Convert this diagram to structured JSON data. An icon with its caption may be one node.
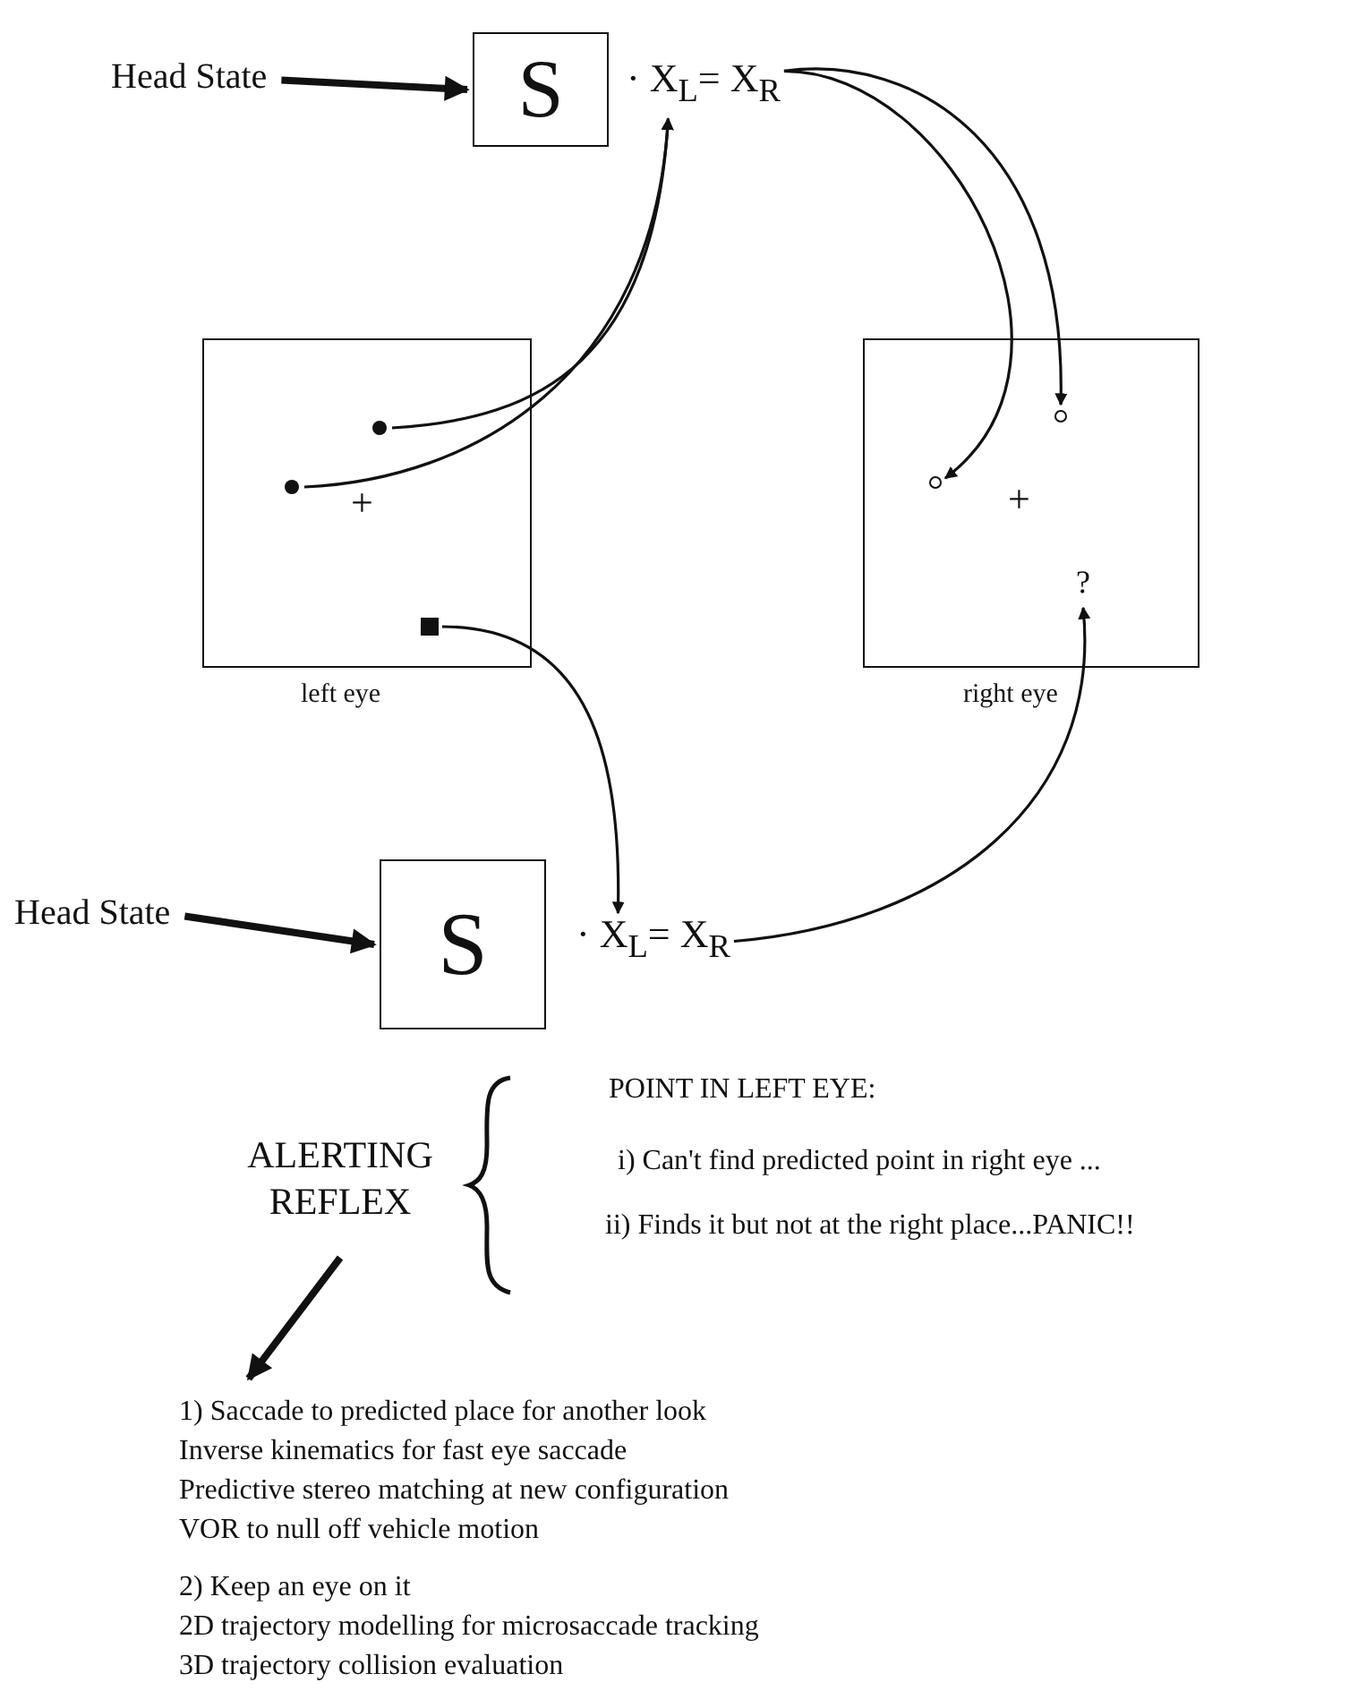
{
  "diagram": {
    "nodes": [
      {
        "text": [
          "Head State"
        ]
      },
      {
        "text": [
          "S"
        ]
      },
      {
        "text": [
          "· X$_{L}$= X$_{R}$"
        ]
      },
      {
        "text": [],
        "shape": "box",
        "beside": [
          "left eye"
        ]
      },
      {
        "text": [],
        "shape": "circle",
        "in": 3
      },
      {
        "text": [],
        "shape": "circle",
        "in": 3
      },
      {
        "text": [],
        "shape": "box",
        "in": 3
      },
      {
        "text": [],
        "shape": "box",
        "beside": [
          "right eye"
        ]
      },
      {
        "text": [],
        "shape": "circle",
        "in": 7
      },
      {
        "text": [],
        "shape": "circle",
        "in": 7
      },
      {
        "text": [
          "?"
        ],
        "in": 7
      },
      {
        "text": [
          "Head State"
        ]
      },
      {
        "text": [
          "S"
        ]
      },
      {
        "text": [
          "· X$_{L}$= X$_{R}$"
        ]
      },
      {
        "text": [
          "ALERTING REFLEX"
        ]
      },
      {
        "text": [
          "1) Saccade to predicted place for another look",
          "Inverse kinematics for fast eye saccade",
          "Predictive stereo matching at new configuration",
          "VOR to null off vehicle motion",
          "2) Keep an eye on it",
          "2D trajectory modelling for microsaccade tracking",
          "3D trajectory collision evaluation"
        ]
      }
    ],
    "edges": [
      {
        "from": 0,
        "to": 1,
        "arrow": "to",
        "style": "thick"
      },
      {
        "from": 4,
        "to": 2,
        "arrow": "to"
      },
      {
        "from": 5,
        "to": 2,
        "arrow": "to"
      },
      {
        "from": 2,
        "to": 8,
        "arrow": "to"
      },
      {
        "from": 2,
        "to": 9,
        "arrow": "to"
      },
      {
        "from": 6,
        "to": 13,
        "arrow": "to"
      },
      {
        "from": 13,
        "to": 10,
        "arrow": "to"
      },
      {
        "from": 11,
        "to": 12,
        "arrow": "to",
        "style": "thick"
      },
      {
        "from": 14,
        "to": 15,
        "arrow": "to",
        "style": "thick"
      }
    ],
    "labels": [
      "+",
      "+",
      "POINT IN LEFT EYE:",
      "i) Can't find predicted point in right eye ...",
      "ii) Finds it but not at the right place...PANIC!!"
    ]
  }
}
